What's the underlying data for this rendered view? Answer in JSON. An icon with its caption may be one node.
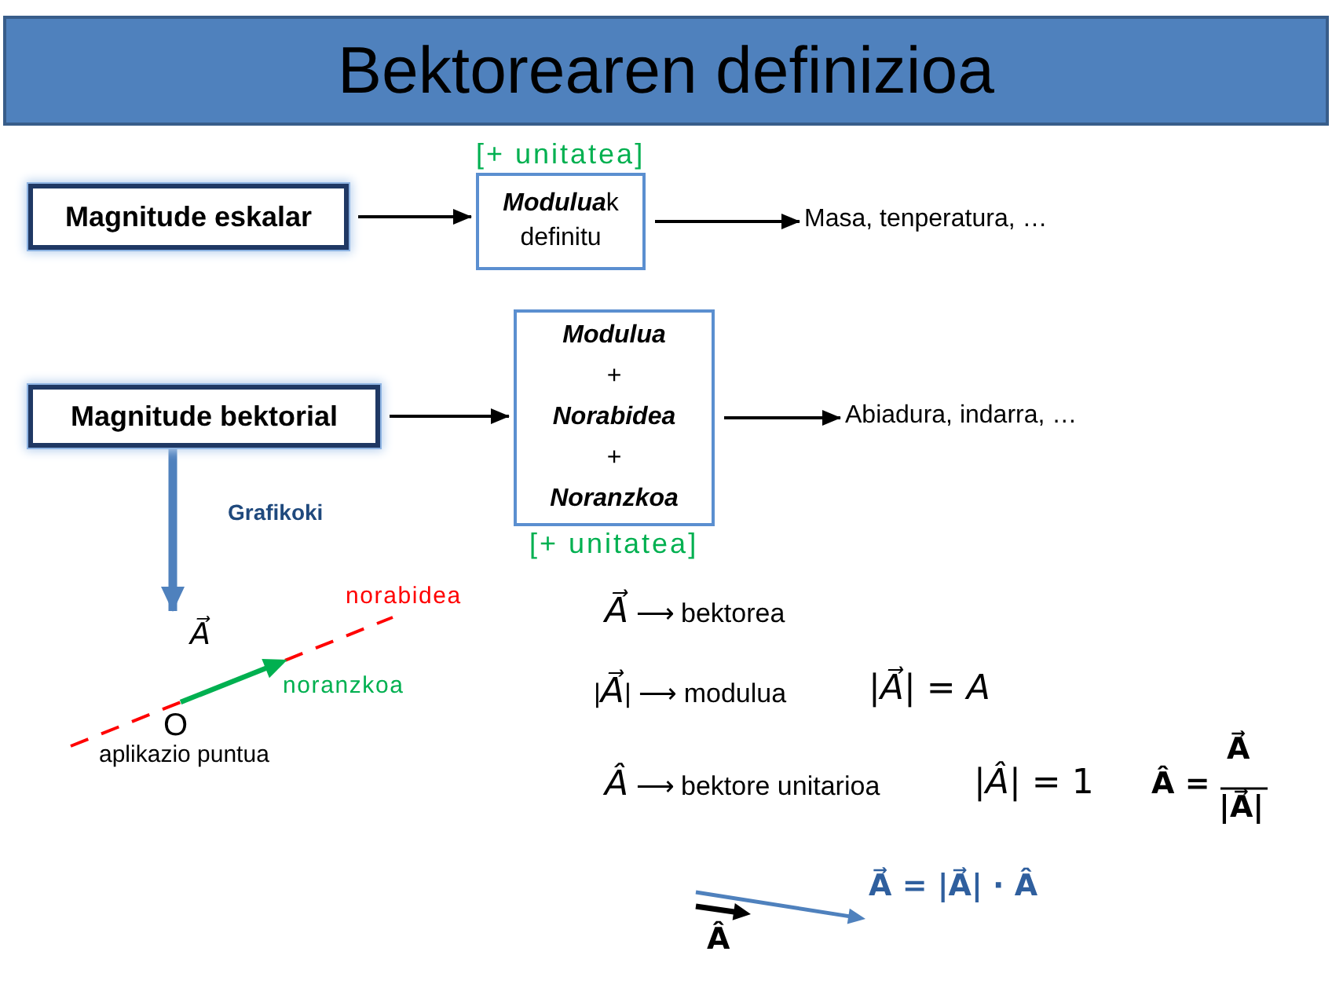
{
  "diagram": {
    "title": "Bektorearen definizioa",
    "nodes": [
      {
        "text": [
          "Magnitude eskalar"
        ]
      },
      {
        "text": [
          "**Modulua**k definitu"
        ],
        "beside": [
          "[+ unitatea]"
        ]
      },
      {
        "text": [
          "Masa, tenperatura, …"
        ]
      },
      {
        "text": [
          "Magnitude bektorial"
        ]
      },
      {
        "text": [
          "Modulua",
          "+",
          "Norabidea",
          "+",
          "Noranzkoa"
        ],
        "beside": [
          "[+ unitatea]"
        ]
      },
      {
        "text": [
          "Abiadura, indarra, …"
        ]
      },
      {
        "text": [],
        "shape": "picture"
      }
    ],
    "edges": [
      {
        "from": 0,
        "to": 1,
        "arrow": "to"
      },
      {
        "from": 1,
        "to": 2,
        "arrow": "to"
      },
      {
        "from": 3,
        "to": 4,
        "arrow": "to"
      },
      {
        "from": 4,
        "to": 5,
        "arrow": "to"
      },
      {
        "from": 3,
        "to": 6,
        "arrow": "to",
        "label": "Grafikoki",
        "style": "thick",
        "color": "#4f81bd"
      }
    ],
    "labels": [
      "norabidea",
      "A⃗",
      "noranzkoa",
      "O",
      "aplikazio puntua",
      "*A⃗* ⟶ bektorea",
      "|*A⃗*| ⟶ modulua",
      "|*A⃗*| = *A*",
      "*Â* ⟶ bektore unitarioa",
      "|*Â*| = 1",
      "Â =",
      "A⃗",
      "|A⃗|",
      "A⃗ = |A⃗| · Â",
      "Â"
    ]
  }
}
